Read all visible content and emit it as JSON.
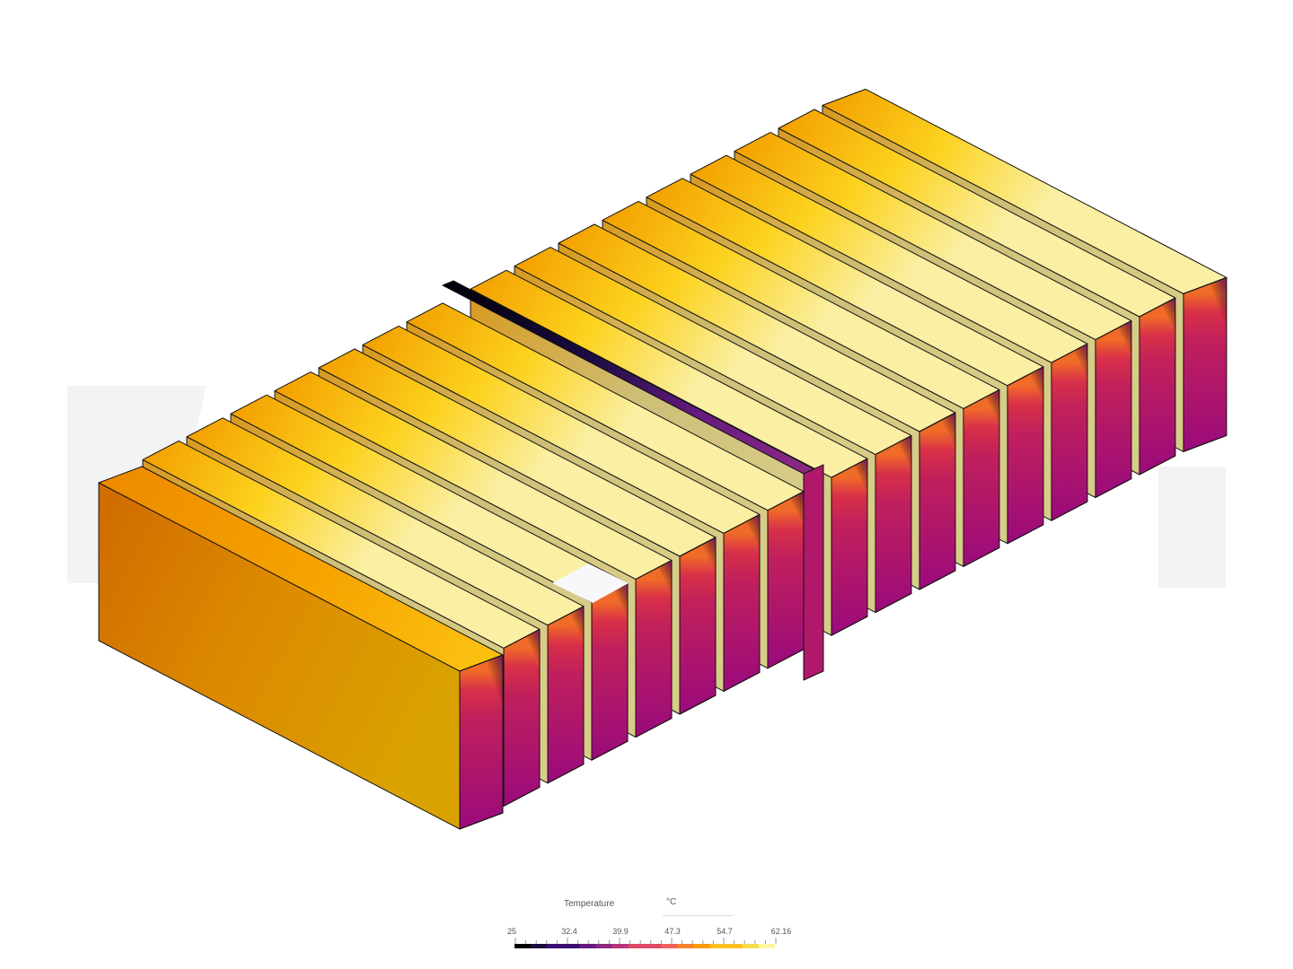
{
  "viewer": {
    "result_field": "Temperature",
    "watermark_color": "#f2f3f5"
  },
  "legend": {
    "title": "Temperature",
    "unit": "°C",
    "min": 25,
    "max": 62.16,
    "ticks": [
      "25",
      "32.4",
      "39.9",
      "47.3",
      "54.7",
      "62.16"
    ],
    "colormap": [
      "#000004",
      "#1b0c41",
      "#3b0f70",
      "#641a80",
      "#8c2981",
      "#b5367a",
      "#de4968",
      "#f1605d",
      "#f7812a",
      "#fb9b06",
      "#fbbf20",
      "#f5db4c",
      "#fcf7a0"
    ]
  },
  "model": {
    "cell_count": 17,
    "colors": {
      "top_start": "#f3a000",
      "top_mid": "#fcd21e",
      "top_end": "#faefa2",
      "front_face_start": "#cf6a00",
      "front_face_end": "#d9a200",
      "end_face_top": "#f06a28",
      "end_face_mid": "#c0205c",
      "end_face_bottom": "#9a0a7c",
      "end_face_edge": "#5c0080",
      "gap": "#cdbf78",
      "plate_start": "#000004",
      "plate_end": "#8c2981",
      "hotspot": "#f8f8fa"
    }
  }
}
